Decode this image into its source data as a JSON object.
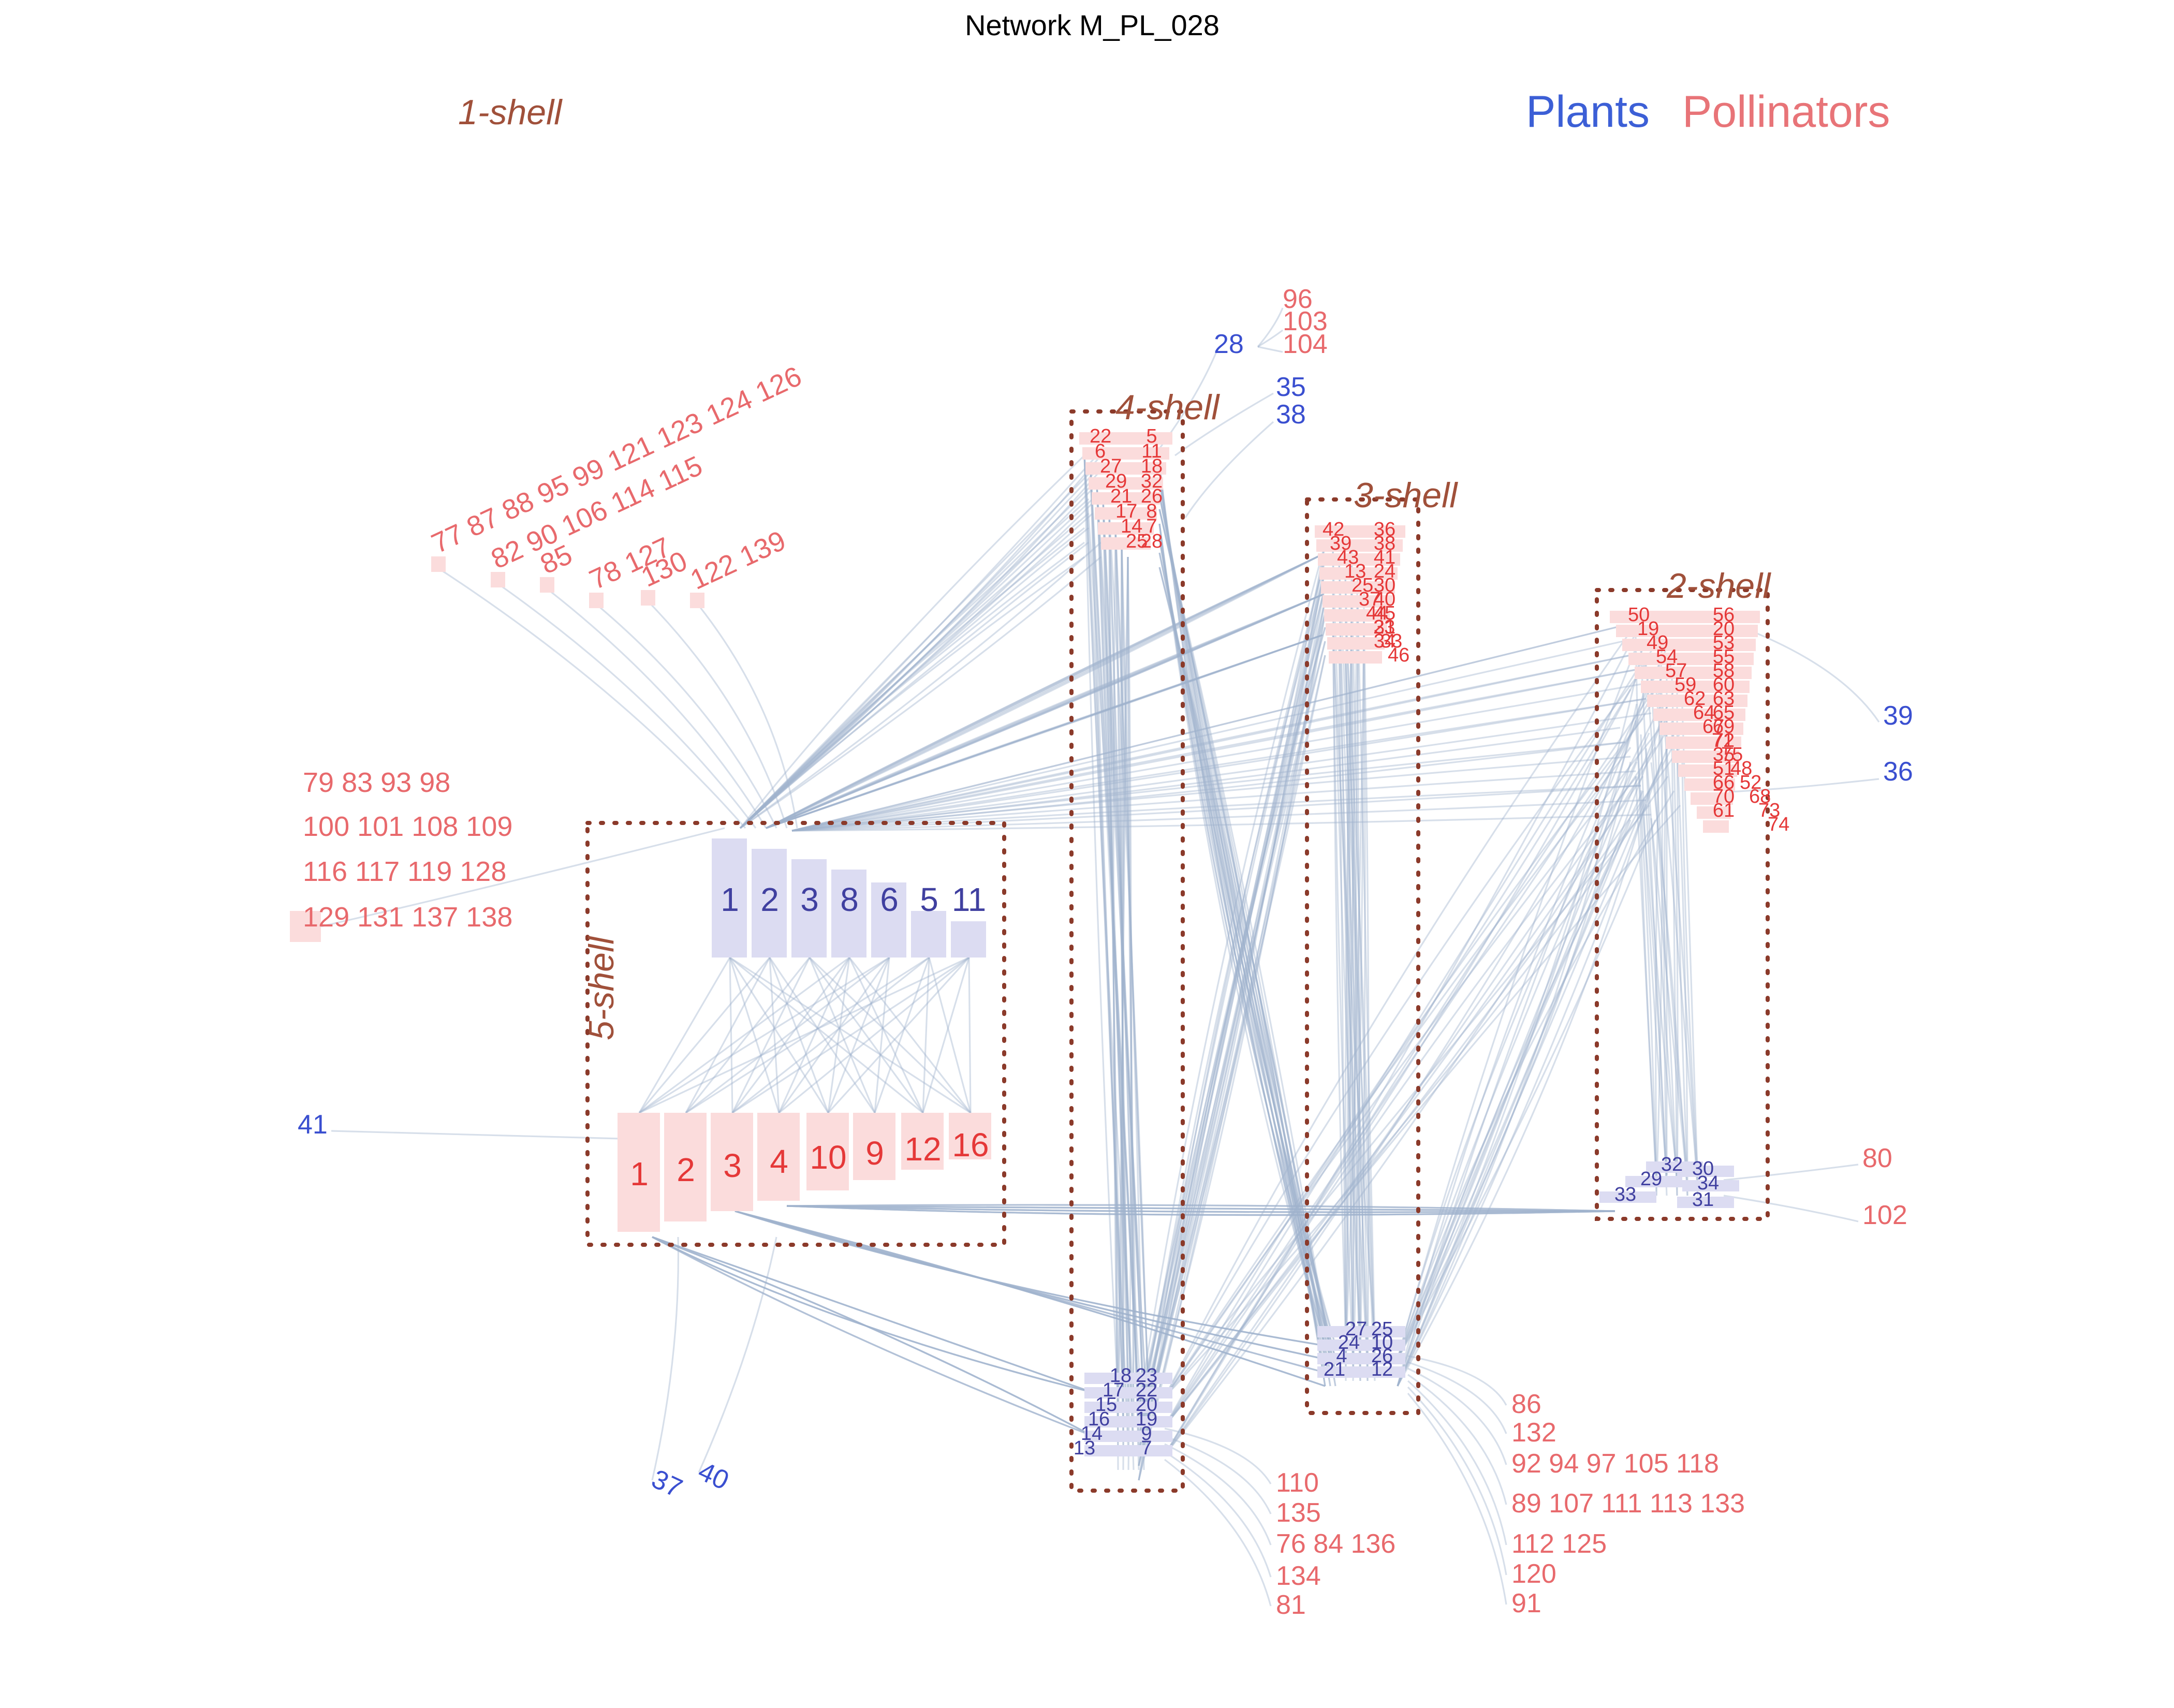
{
  "title": "Network M_PL_028",
  "legend": {
    "plants": "Plants",
    "pollinators": "Pollinators"
  },
  "colors": {
    "plant": "#3c5fd6",
    "pollinator": "#e87478",
    "plant_dark": "#4040a0",
    "pollinator_strong": "#e53838",
    "link": "#9fb3cc",
    "shell_box": "#8b3a2a",
    "shell_label": "#a0503a"
  },
  "shells": {
    "s1": "1-shell",
    "s2": "2-shell",
    "s3": "3-shell",
    "s4": "4-shell",
    "s5": "5-shell"
  },
  "core5": {
    "plants": [
      "1",
      "2",
      "3",
      "8",
      "6",
      "5",
      "11"
    ],
    "pollinators": [
      "1",
      "2",
      "3",
      "4",
      "10",
      "9",
      "12",
      "16"
    ]
  },
  "shell4": {
    "pollinators": [
      "22",
      "5",
      "6",
      "11",
      "27",
      "18",
      "29",
      "32",
      "21",
      "26",
      "17",
      "8",
      "14",
      "7",
      "25",
      "28"
    ],
    "plants": [
      "18",
      "23",
      "17",
      "22",
      "15",
      "20",
      "16",
      "19",
      "14",
      "9",
      "13",
      "7"
    ]
  },
  "shell3": {
    "pollinators": [
      "42",
      "36",
      "39",
      "38",
      "43",
      "41",
      "13",
      "24",
      "25",
      "30",
      "37",
      "40",
      "44",
      "45",
      "23",
      "31",
      "33",
      "34",
      "46"
    ],
    "plants": [
      "27",
      "25",
      "24",
      "10",
      "4",
      "26",
      "21",
      "12"
    ]
  },
  "shell2": {
    "pollinators": [
      "50",
      "56",
      "19",
      "20",
      "49",
      "53",
      "54",
      "55",
      "57",
      "58",
      "59",
      "60",
      "62",
      "63",
      "64",
      "65",
      "67",
      "69",
      "71",
      "72",
      "75",
      "35",
      "48",
      "51",
      "52",
      "66",
      "68",
      "70",
      "73",
      "61",
      "74"
    ],
    "plants": [
      "32",
      "30",
      "29",
      "34",
      "33",
      "31"
    ]
  },
  "shell1": {
    "poll_rows_left": [
      "79 83 93 98",
      "100 101 108 109",
      "116 117 119 128",
      "129 131 137 138"
    ],
    "poll_diag_top": [
      "77 87 88 95 99 121  123 124 126",
      "82 90 106 114  115",
      "85",
      "78  127",
      "130",
      "122  139"
    ],
    "plants_top": [
      "28",
      "35",
      "38"
    ],
    "polls_top": [
      "96",
      "103",
      "104"
    ],
    "plants_right": [
      "39",
      "36"
    ],
    "polls_right": [
      "80",
      "102"
    ],
    "plant_left": "41",
    "plants_bottom": [
      "37",
      "40"
    ],
    "polls_bottom_mid": [
      "110",
      "135",
      "76 84   136",
      "134",
      "81"
    ],
    "polls_bottom_right": [
      "86",
      "132",
      "92 94 97 105   118",
      "89 107 111 113   133",
      "112   125",
      "120",
      "91"
    ]
  }
}
